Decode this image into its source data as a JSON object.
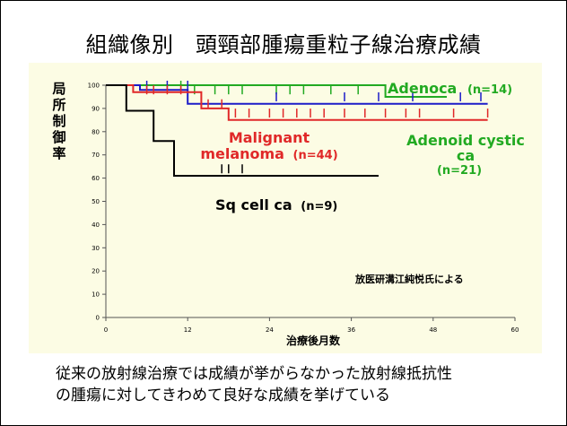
{
  "slide": {
    "title": "組織像別　頭頸部腫瘍重粒子線治療成績",
    "caption_lines": [
      "従来の放射線治療では成績が挙がらなかった放射線抵抗性",
      "の腫瘍に対してきわめて良好な成績を挙げている"
    ]
  },
  "chart_data": {
    "type": "line",
    "title": "",
    "xlabel": "治療後月数",
    "ylabel": "局所制御率",
    "xlim": [
      0,
      60
    ],
    "ylim": [
      0,
      100
    ],
    "xticks": [
      0,
      12,
      24,
      36,
      48,
      60
    ],
    "yticks": [
      0,
      10,
      20,
      30,
      40,
      50,
      60,
      70,
      80,
      90,
      100
    ],
    "grid": false,
    "annotation": "放医研溝江純悦氏による",
    "series": [
      {
        "name": "Adenoca",
        "n_label": "(n=14)",
        "color": "#22aa22",
        "steps": [
          [
            0,
            100
          ],
          [
            41,
            100
          ],
          [
            41,
            95
          ],
          [
            50,
            95
          ]
        ],
        "censors": [
          [
            11,
            100
          ],
          [
            13,
            98
          ],
          [
            16,
            98
          ],
          [
            18,
            98
          ],
          [
            20,
            98
          ],
          [
            25,
            98
          ],
          [
            27,
            98
          ],
          [
            29,
            98
          ],
          [
            33,
            98
          ],
          [
            37,
            98
          ],
          [
            41,
            98
          ]
        ]
      },
      {
        "name": "Adenoid cystic ca",
        "n_label": "(n=21)",
        "color": "#1c1cc8",
        "steps": [
          [
            0,
            100
          ],
          [
            5,
            100
          ],
          [
            5,
            98
          ],
          [
            12,
            98
          ],
          [
            12,
            92
          ],
          [
            56,
            92
          ]
        ],
        "censors": [
          [
            6,
            100
          ],
          [
            9,
            100
          ],
          [
            12,
            100
          ],
          [
            25,
            95
          ],
          [
            35,
            95
          ],
          [
            40,
            95
          ],
          [
            45,
            95
          ],
          [
            52,
            95
          ],
          [
            55,
            95
          ]
        ]
      },
      {
        "name": "Malignant melanoma",
        "n_label": "(n=44)",
        "color": "#e02828",
        "steps": [
          [
            0,
            100
          ],
          [
            4,
            100
          ],
          [
            4,
            97
          ],
          [
            14,
            97
          ],
          [
            14,
            90
          ],
          [
            18,
            90
          ],
          [
            18,
            85
          ],
          [
            56,
            85
          ]
        ],
        "censors": [
          [
            6,
            98
          ],
          [
            7,
            98
          ],
          [
            9,
            98
          ],
          [
            11,
            98
          ],
          [
            15,
            92
          ],
          [
            17,
            92
          ],
          [
            19,
            88
          ],
          [
            21,
            88
          ],
          [
            24,
            88
          ],
          [
            26,
            88
          ],
          [
            28,
            88
          ],
          [
            30,
            88
          ],
          [
            32,
            88
          ],
          [
            35,
            88
          ],
          [
            38,
            88
          ],
          [
            41,
            88
          ],
          [
            44,
            88
          ],
          [
            46,
            88
          ],
          [
            51,
            88
          ],
          [
            56,
            88
          ]
        ]
      },
      {
        "name": "Sq cell ca",
        "n_label": "(n=9)",
        "color": "#000000",
        "steps": [
          [
            0,
            100
          ],
          [
            3,
            100
          ],
          [
            3,
            89
          ],
          [
            7,
            89
          ],
          [
            7,
            76
          ],
          [
            10,
            76
          ],
          [
            10,
            61
          ],
          [
            40,
            61
          ]
        ],
        "censors": [
          [
            7,
            79
          ],
          [
            17,
            64
          ],
          [
            18,
            64
          ],
          [
            20,
            64
          ]
        ]
      }
    ]
  },
  "labels": {
    "adenoca": {
      "name": "Adenoca",
      "n": "(n=14)"
    },
    "melanoma": {
      "line1": "Malignant",
      "line2": "melanoma",
      "n": "(n=44)"
    },
    "adenoid": {
      "line1": "Adenoid cystic",
      "line2": "ca",
      "n": "(n=21)"
    },
    "sq": {
      "name": "Sq cell ca",
      "n": "(n=9)"
    }
  },
  "colors": {
    "panel_background": "#fcfce4",
    "axis": "#555555",
    "adenoca": "#22aa22",
    "adenoid": "#1c1cc8",
    "melanoma": "#e02828",
    "sq": "#000000"
  }
}
